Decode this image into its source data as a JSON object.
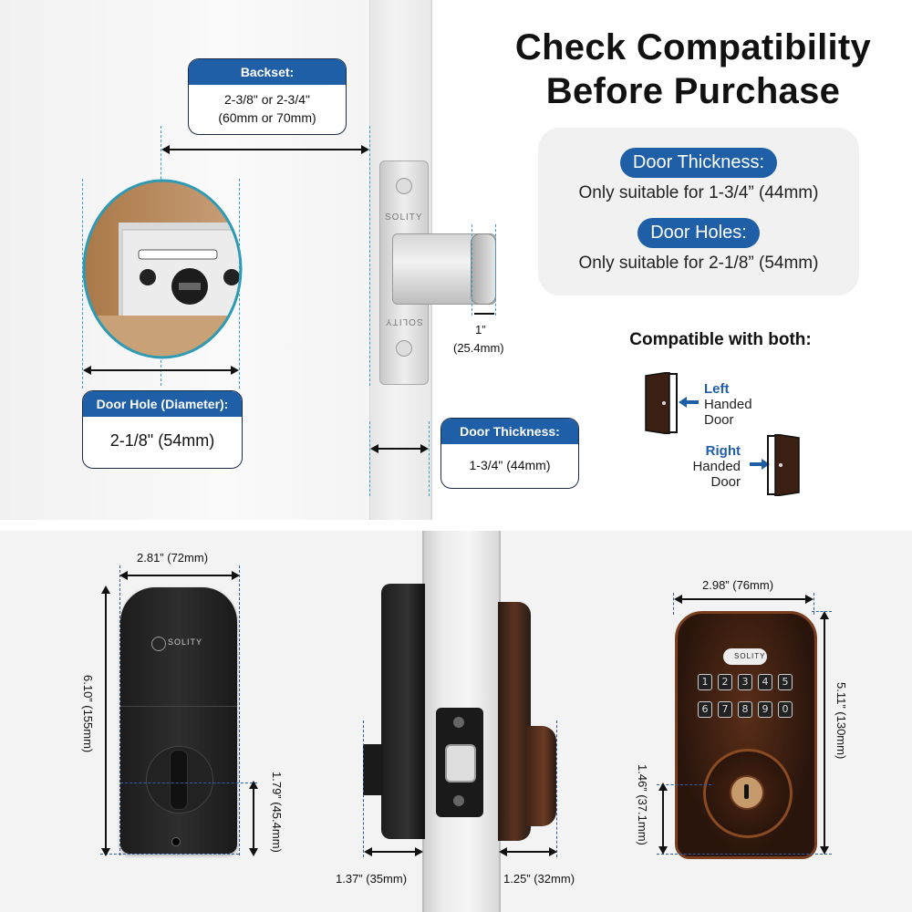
{
  "title": {
    "line1": "Check Compatibility",
    "line2": "Before Purchase"
  },
  "requirements": {
    "door_thickness_label": "Door Thickness:",
    "door_thickness_text": "Only suitable for 1-3/4” (44mm)",
    "door_holes_label": "Door Holes:",
    "door_holes_text": "Only suitable for 2-1/8” (54mm)"
  },
  "compatible": {
    "heading": "Compatible with both:",
    "left": {
      "accent": "Left",
      "line2": "Handed",
      "line3": "Door"
    },
    "right": {
      "accent": "Right",
      "line2": "Handed",
      "line3": "Door"
    }
  },
  "callouts": {
    "backset": {
      "label": "Backset:",
      "value_line1": "2-3/8\" or 2-3/4\"",
      "value_line2": "(60mm or 70mm)"
    },
    "door_hole": {
      "label": "Door Hole (Diameter):",
      "value": "2-1/8\" (54mm)"
    },
    "door_thickness": {
      "label": "Door Thickness:",
      "value": "1-3/4\" (44mm)"
    }
  },
  "latch": {
    "bolt_dim_line1": "1”",
    "bolt_dim_line2": "(25.4mm)",
    "brand": "SOLITY"
  },
  "interior": {
    "width": "2.81” (72mm)",
    "height": "6.10” (155mm)",
    "knob_height": "1.79” (45.4mm)",
    "brand": "SOLITY"
  },
  "side": {
    "interior_depth": "1.37” (35mm)",
    "exterior_depth": "1.25” (32mm)"
  },
  "exterior": {
    "width": "2.98” (76mm)",
    "height": "5.11” (130mm)",
    "cylinder_height": "1.46” (37.1mm)",
    "brand": "SOLITY",
    "keys": [
      "1",
      "2",
      "3",
      "4",
      "5",
      "6",
      "7",
      "8",
      "9",
      "0"
    ]
  },
  "colors": {
    "accent_blue": "#1f5fa7",
    "dim_dash": "#3a9fc6",
    "bronze": "#8a4a22"
  }
}
